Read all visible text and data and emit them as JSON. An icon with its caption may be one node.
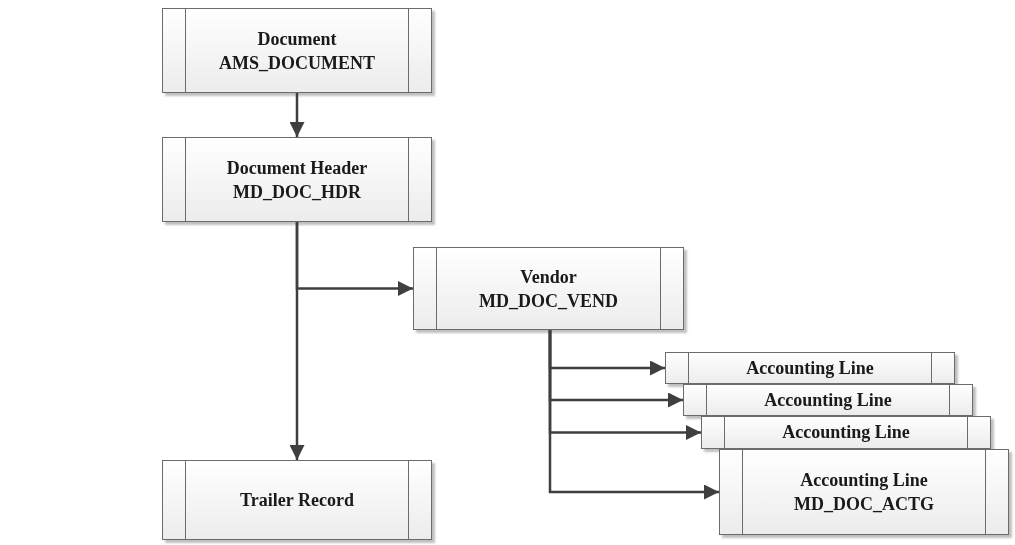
{
  "diagram": {
    "nodes": [
      {
        "text": [
          "Document AMS_DOCUMENT"
        ]
      },
      {
        "text": [
          "Document Header MD_DOC_HDR"
        ]
      },
      {
        "text": [
          "Vendor MD_DOC_VEND"
        ]
      },
      {
        "text": [
          "Trailer Record"
        ]
      },
      {
        "text": [
          "Accounting Line"
        ]
      },
      {
        "text": [
          "Accounting Line"
        ]
      },
      {
        "text": [
          "Accounting Line"
        ]
      },
      {
        "text": [
          "Accounting Line MD_DOC_ACTG"
        ]
      }
    ],
    "edges": [
      {
        "from": 0,
        "to": 1,
        "arrow": "to"
      },
      {
        "from": 1,
        "to": 2,
        "arrow": "to"
      },
      {
        "from": 1,
        "to": 3,
        "arrow": "to"
      },
      {
        "from": 2,
        "to": 4,
        "arrow": "to"
      },
      {
        "from": 2,
        "to": 5,
        "arrow": "to"
      },
      {
        "from": 2,
        "to": 6,
        "arrow": "to"
      },
      {
        "from": 2,
        "to": 7,
        "arrow": "to"
      }
    ]
  }
}
